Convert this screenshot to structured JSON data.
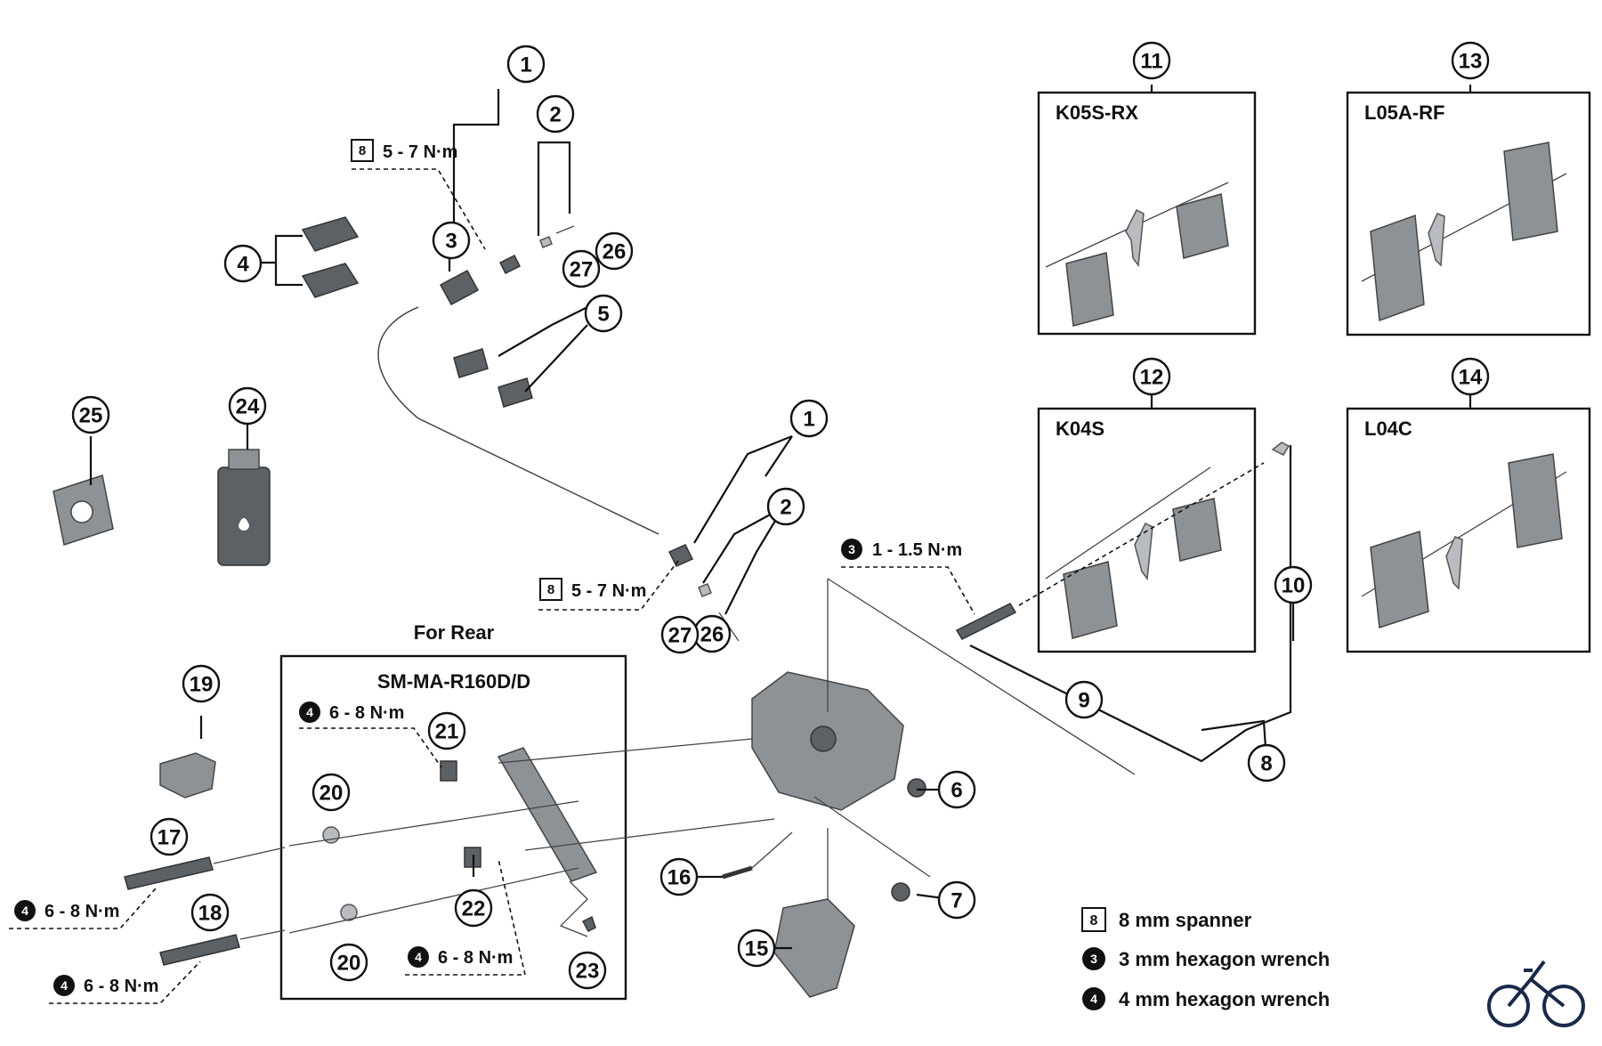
{
  "callouts": [
    "1",
    "2",
    "3",
    "4",
    "5",
    "6",
    "7",
    "8",
    "9",
    "10",
    "11",
    "12",
    "13",
    "14",
    "15",
    "16",
    "17",
    "18",
    "19",
    "20",
    "21",
    "22",
    "23",
    "24",
    "25",
    "26",
    "27"
  ],
  "torque": {
    "spanner_5_7": "5 - 7 N·m",
    "hex3_1_1_5": "1 - 1.5 N·m",
    "hex4_6_8": "6 - 8 N·m"
  },
  "badges": {
    "spanner": "8",
    "hex3": "3",
    "hex4": "4"
  },
  "pad_boxes": [
    {
      "callout": "11",
      "title": "K05S-RX"
    },
    {
      "callout": "13",
      "title": "L05A-RF"
    },
    {
      "callout": "12",
      "title": "K04S"
    },
    {
      "callout": "14",
      "title": "L04C"
    }
  ],
  "rear": {
    "heading": "For Rear",
    "adapter": "SM-MA-R160D/D"
  },
  "legend": [
    {
      "badge": "8",
      "text": "8 mm spanner",
      "icon": "spanner-icon"
    },
    {
      "badge": "3",
      "text": "3 mm hexagon wrench",
      "icon": "hex-wrench-icon"
    },
    {
      "badge": "4",
      "text": "4 mm hexagon wrench",
      "icon": "hex-wrench-icon"
    }
  ],
  "brand_icon": "bicycle-icon"
}
